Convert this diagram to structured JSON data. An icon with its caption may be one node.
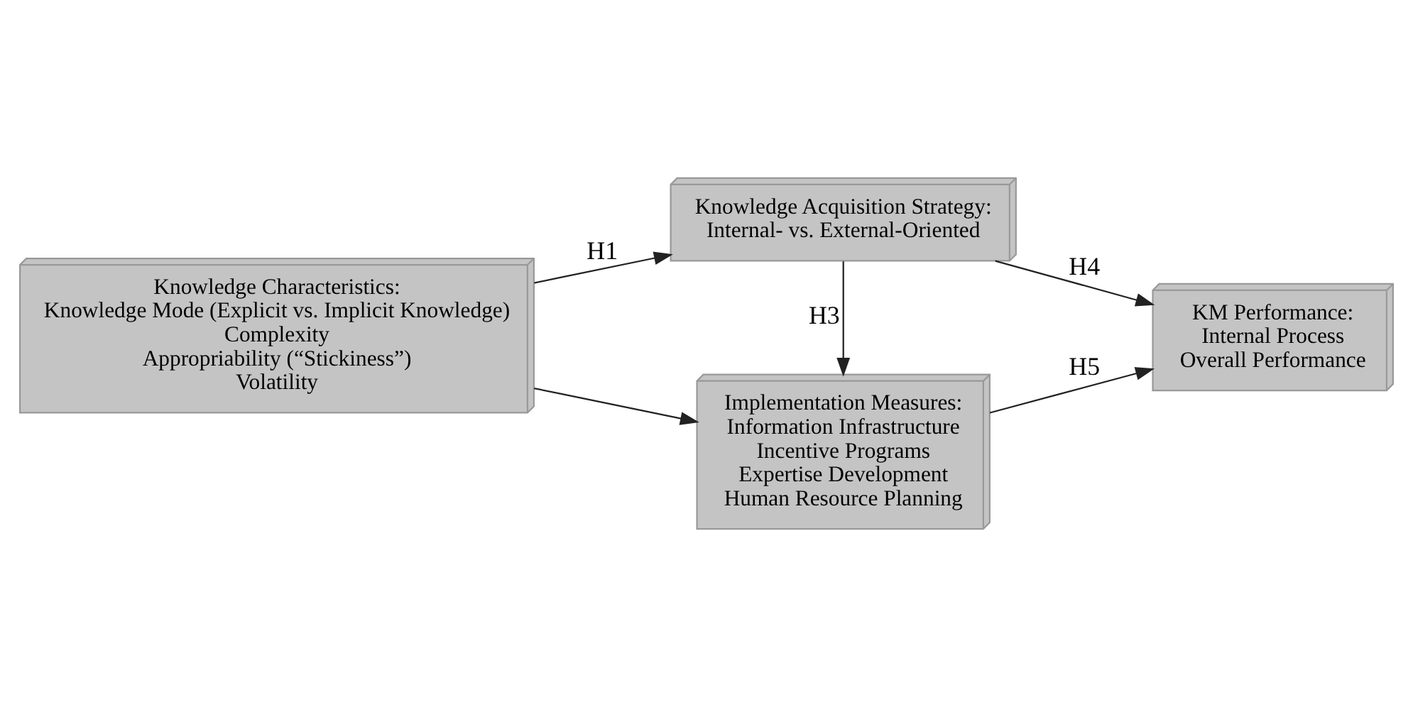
{
  "diagram": {
    "nodes": [
      {
        "text": [
          "Knowledge Characteristics:",
          "Knowledge Mode (Explicit vs. Implicit Knowledge)",
          "Complexity",
          "Appropriability (“Stickiness”)",
          "Volatility"
        ]
      },
      {
        "text": [
          "Knowledge Acquisition Strategy:",
          "Internal- vs. External-Oriented"
        ]
      },
      {
        "text": [
          "Implementation Measures:",
          "Information Infrastructure",
          "Incentive Programs",
          "Expertise Development",
          "Human Resource Planning"
        ]
      },
      {
        "text": [
          "KM Performance:",
          "Internal Process",
          "Overall Performance"
        ]
      }
    ],
    "edges": [
      {
        "from": 0,
        "to": 1,
        "arrow": "to",
        "label": "H1"
      },
      {
        "from": 0,
        "to": 2,
        "arrow": "to"
      },
      {
        "from": 1,
        "to": 2,
        "arrow": "to",
        "label": "H3"
      },
      {
        "from": 1,
        "to": 3,
        "arrow": "to",
        "label": "H4"
      },
      {
        "from": 2,
        "to": 3,
        "arrow": "to",
        "label": "H5"
      }
    ]
  }
}
